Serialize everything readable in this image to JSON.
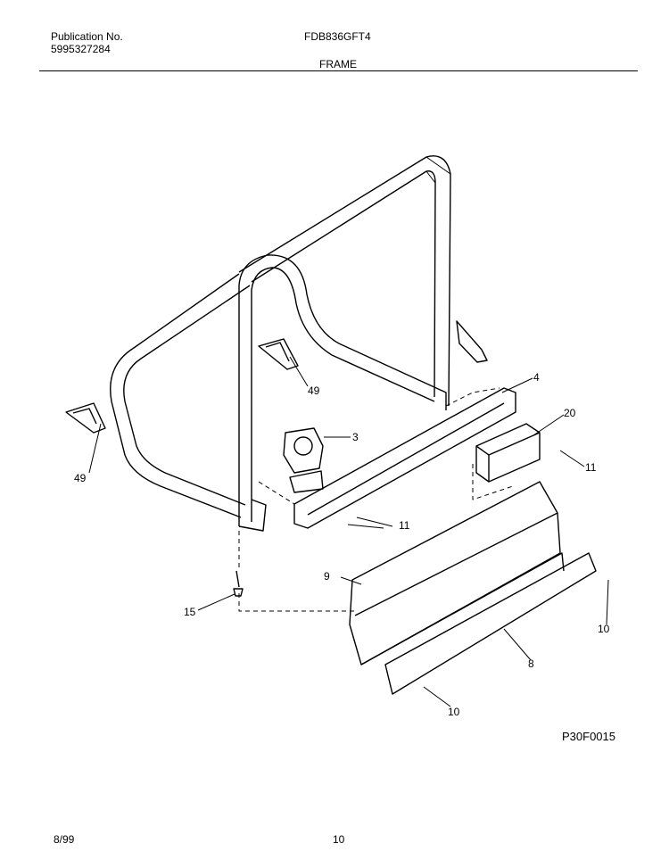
{
  "header": {
    "publication_label": "Publication No.",
    "publication_number": "5995327284",
    "model": "FDB836GFT4",
    "section_title": "FRAME"
  },
  "callouts": {
    "c3": "3",
    "c4": "4",
    "c8": "8",
    "c9": "9",
    "c10a": "10",
    "c10b": "10",
    "c11a": "11",
    "c11b": "11",
    "c15": "15",
    "c20": "20",
    "c49a": "49",
    "c49b": "49"
  },
  "figure_code": "P30F0015",
  "footer": {
    "date": "8/99",
    "page": "10"
  }
}
